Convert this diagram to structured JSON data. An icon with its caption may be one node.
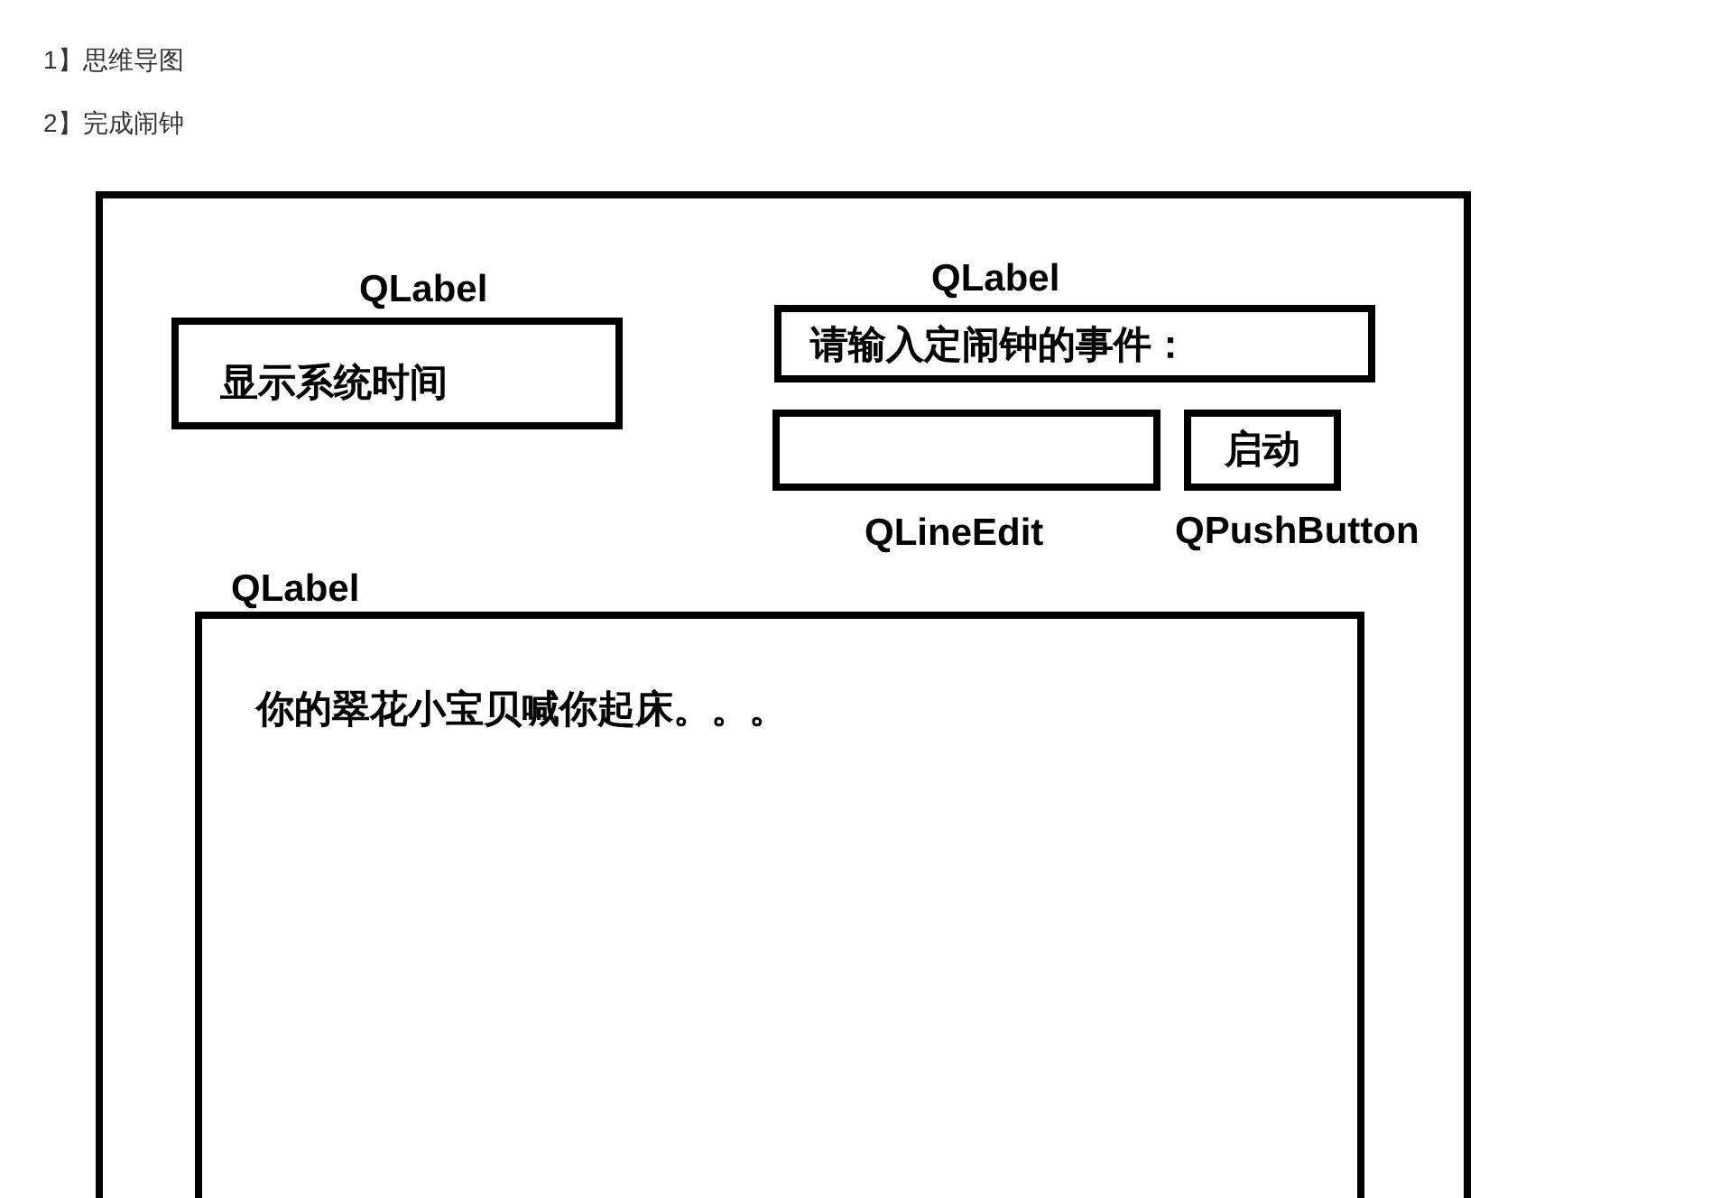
{
  "diagram": {
    "nodes": [
      {
        "text": [],
        "shape": "box"
      },
      {
        "text": [
          "QLabel",
          "显示系统时间"
        ],
        "in": 0
      },
      {
        "text": [
          "QLabel",
          "请输入定闹钟的事件："
        ],
        "in": 0
      },
      {
        "text": [
          "QLineEdit"
        ],
        "in": 0
      },
      {
        "text": [
          "启动",
          "QPushButton"
        ],
        "in": 0
      },
      {
        "text": [
          "QLabel",
          "你的翠花小宝贝喊你起床。。。"
        ],
        "in": 0
      }
    ],
    "labels": [
      "1】思维导图",
      "2】完成闹钟"
    ]
  }
}
